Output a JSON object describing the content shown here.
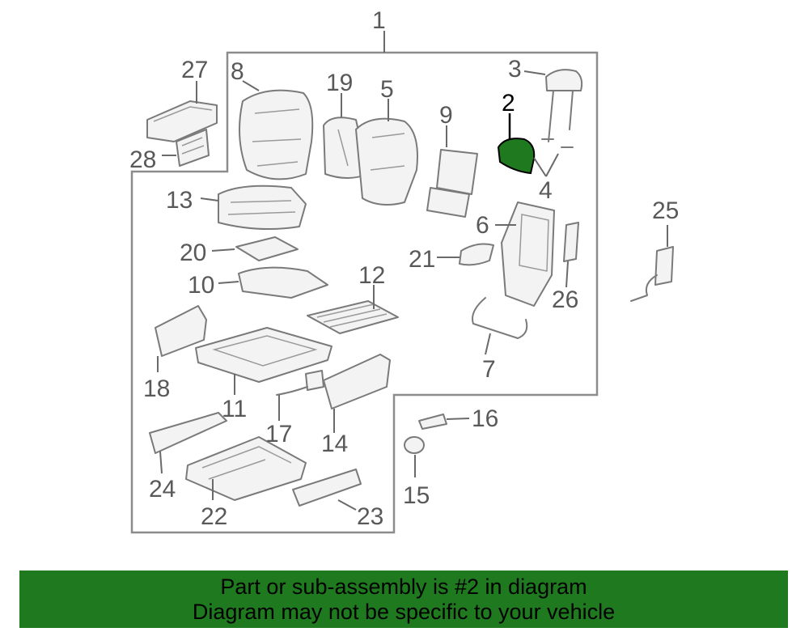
{
  "callouts": {
    "c1": "1",
    "c2": "2",
    "c3": "3",
    "c4": "4",
    "c5": "5",
    "c6": "6",
    "c7": "7",
    "c8": "8",
    "c9": "9",
    "c10": "10",
    "c11": "11",
    "c12": "12",
    "c13": "13",
    "c14": "14",
    "c15": "15",
    "c16": "16",
    "c17": "17",
    "c18": "18",
    "c19": "19",
    "c20": "20",
    "c21": "21",
    "c22": "22",
    "c23": "23",
    "c24": "24",
    "c25": "25",
    "c26": "26",
    "c27": "27",
    "c28": "28"
  },
  "highlight_color": "#1f7a1f",
  "footer": {
    "line1": "Part or sub-assembly is #2 in diagram",
    "line2": "Diagram may not be specific to your vehicle"
  }
}
